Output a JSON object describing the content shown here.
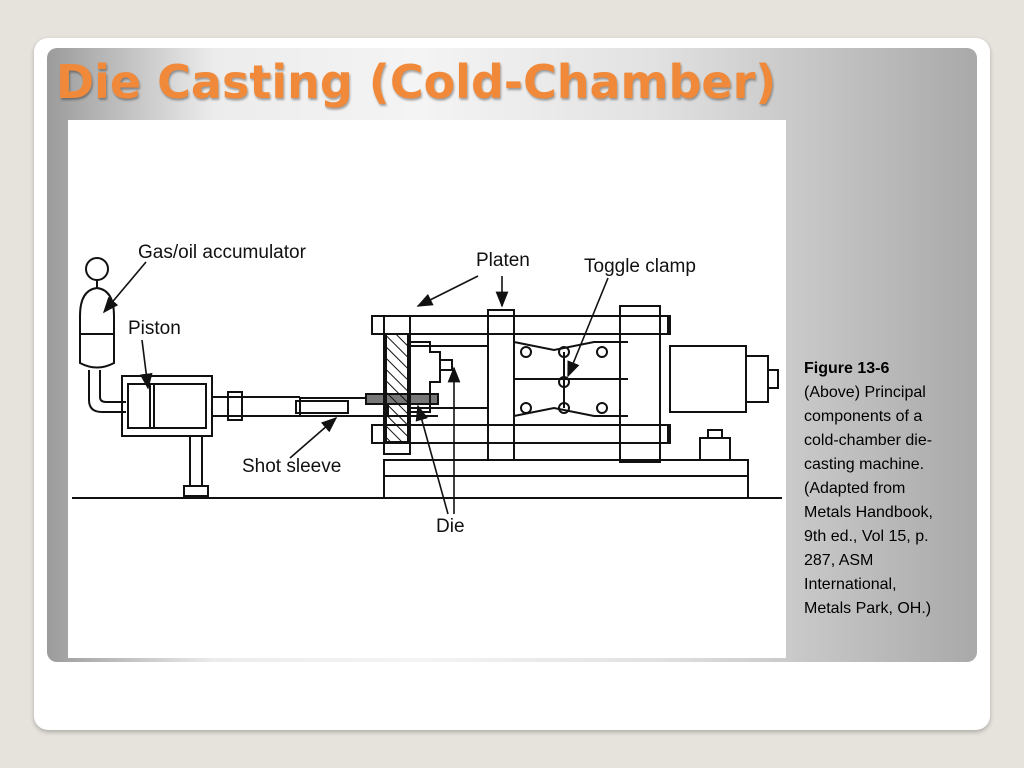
{
  "slide": {
    "title": "Die Casting (Cold-Chamber)",
    "accent_color": "#f08a3a"
  },
  "diagram": {
    "labels": {
      "accumulator": "Gas/oil accumulator",
      "piston": "Piston",
      "shot_sleeve": "Shot sleeve",
      "platen": "Platen",
      "toggle_clamp": "Toggle clamp",
      "die": "Die"
    }
  },
  "caption": {
    "figure_number": "Figure 13-6",
    "lines": [
      "(Above) Principal",
      "components of a",
      "cold-chamber die-",
      "casting machine.",
      "(Adapted from",
      "Metals Handbook,",
      "9th ed., Vol 15, p.",
      "287, ASM",
      "International,",
      "Metals Park, OH.)"
    ]
  }
}
